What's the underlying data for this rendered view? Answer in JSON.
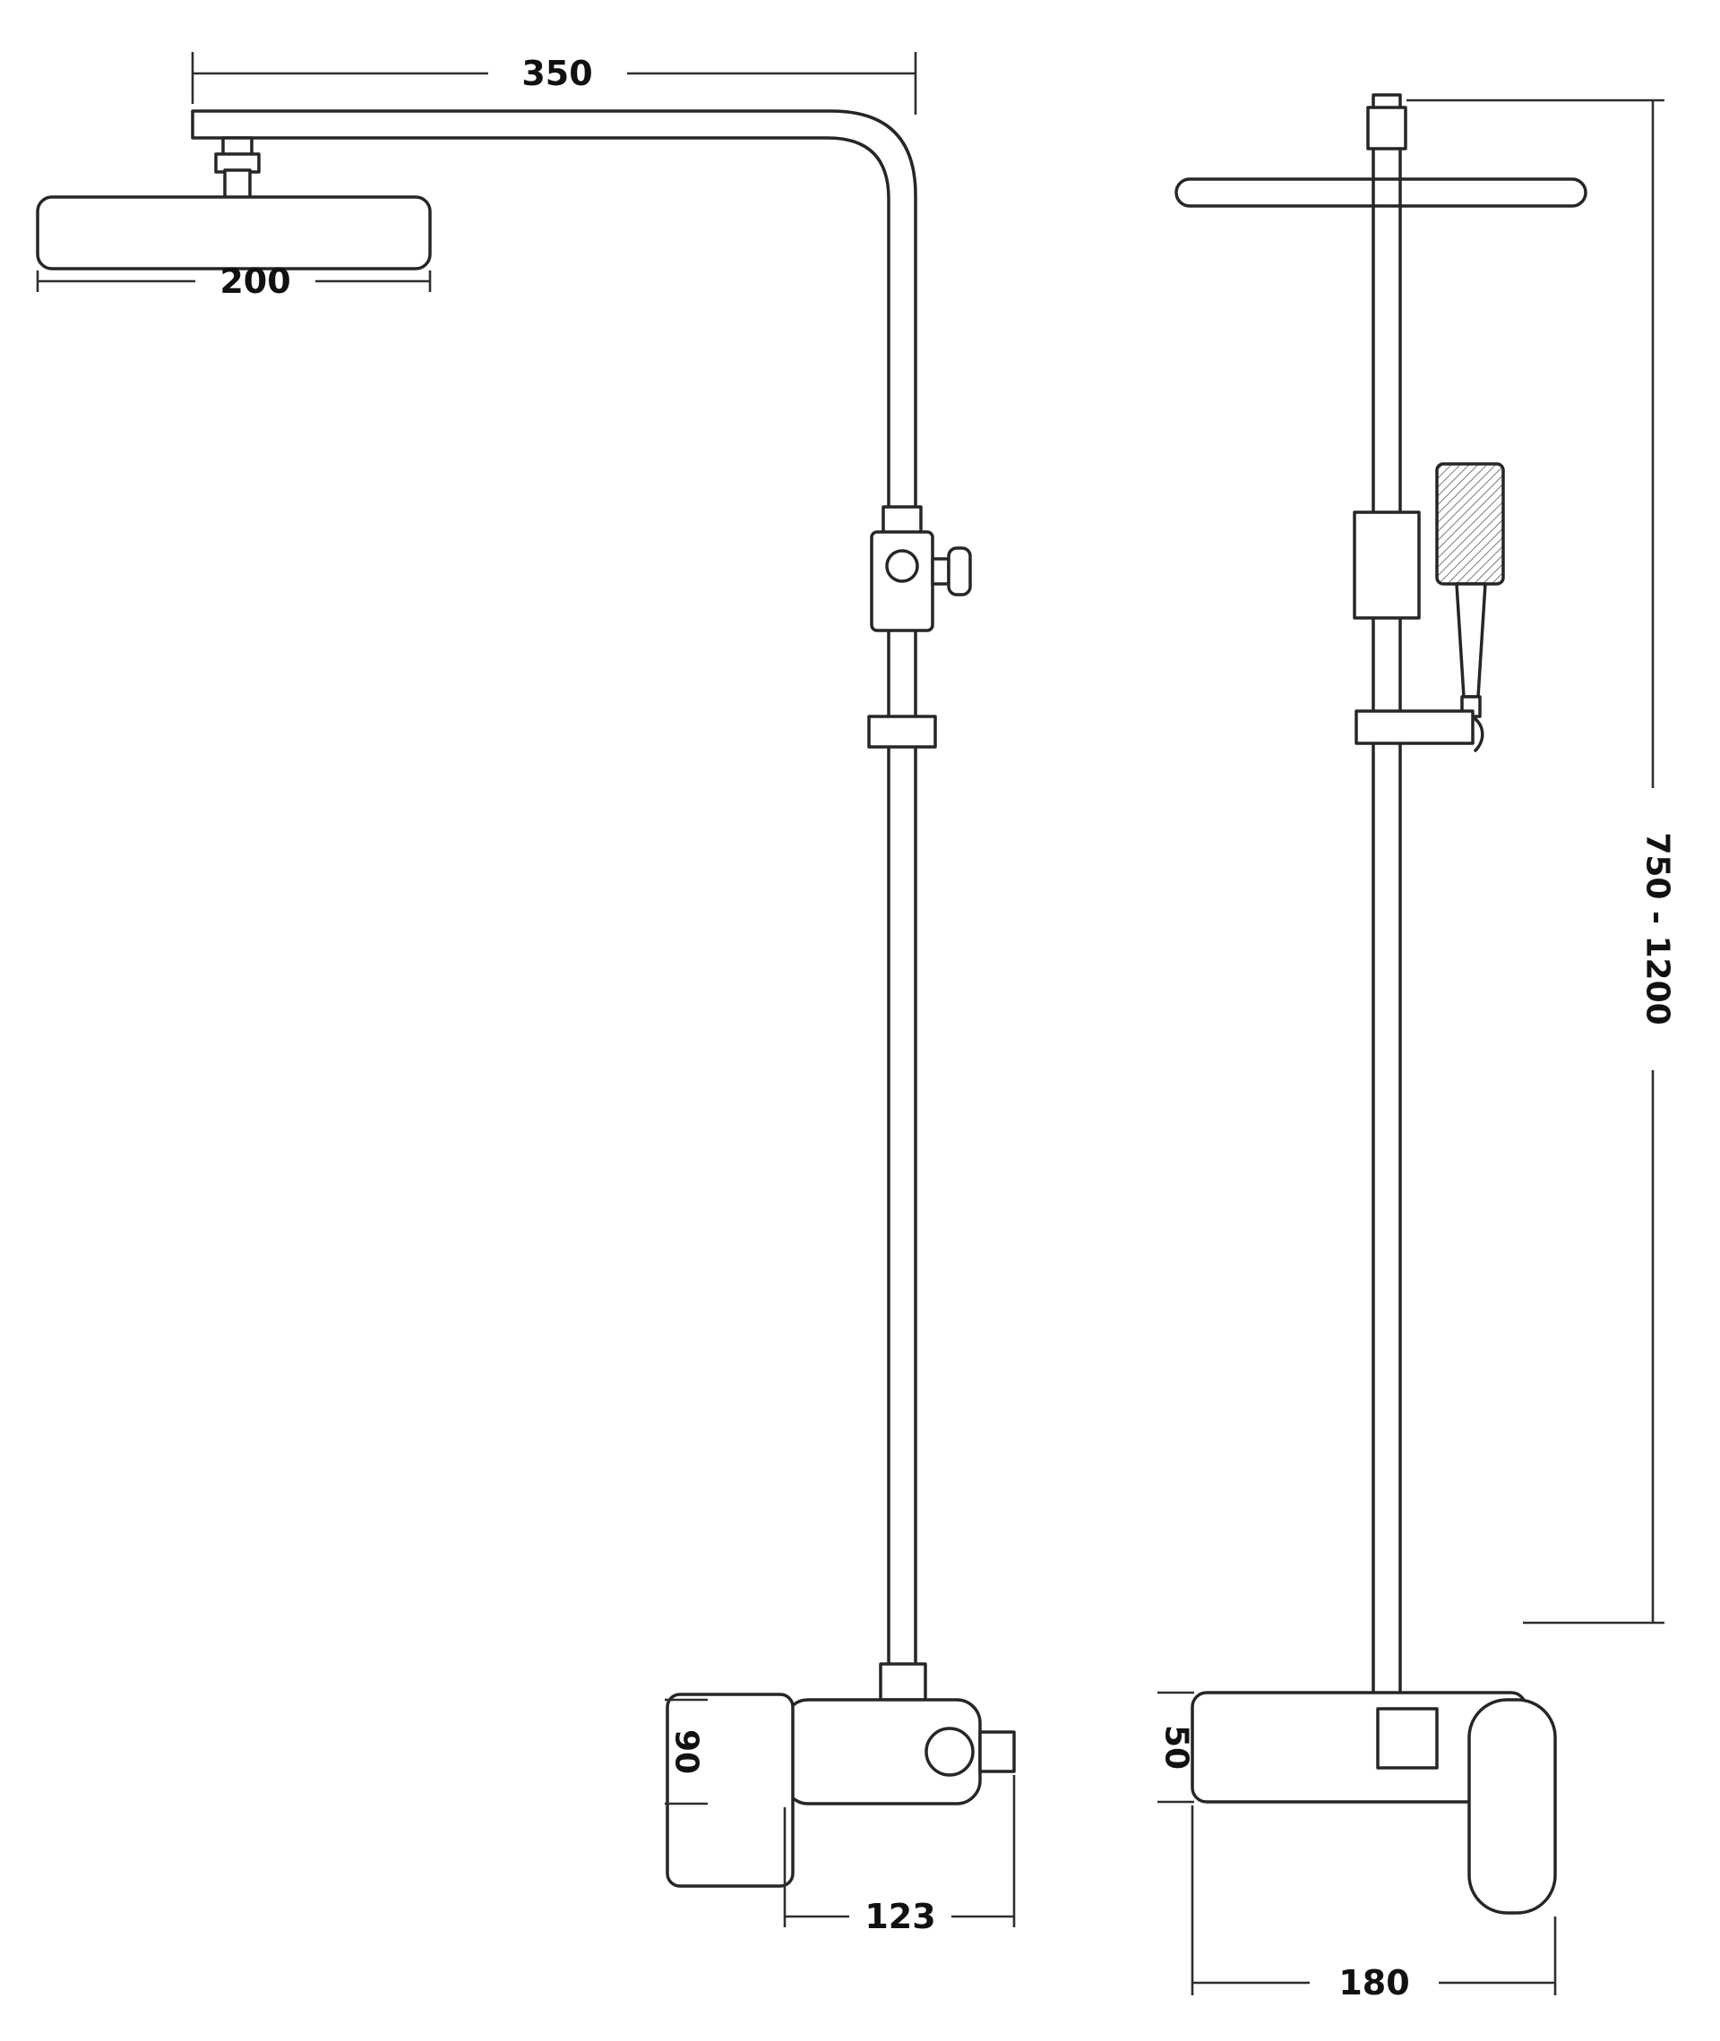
{
  "diagram": {
    "kind": "technical_drawing",
    "views": {
      "left": "side-view",
      "right": "front-view"
    },
    "colors": {
      "line": "#262626",
      "dimension_line": "#2e2e2e",
      "text": "#111111",
      "background": "#ffffff"
    },
    "dimensions": {
      "arm_reach": "350",
      "head_width": "200",
      "riser_height": "750 - 1200",
      "valve_height_side": "90",
      "valve_depth": "123",
      "valve_height_front": "50",
      "valve_width": "180"
    }
  }
}
